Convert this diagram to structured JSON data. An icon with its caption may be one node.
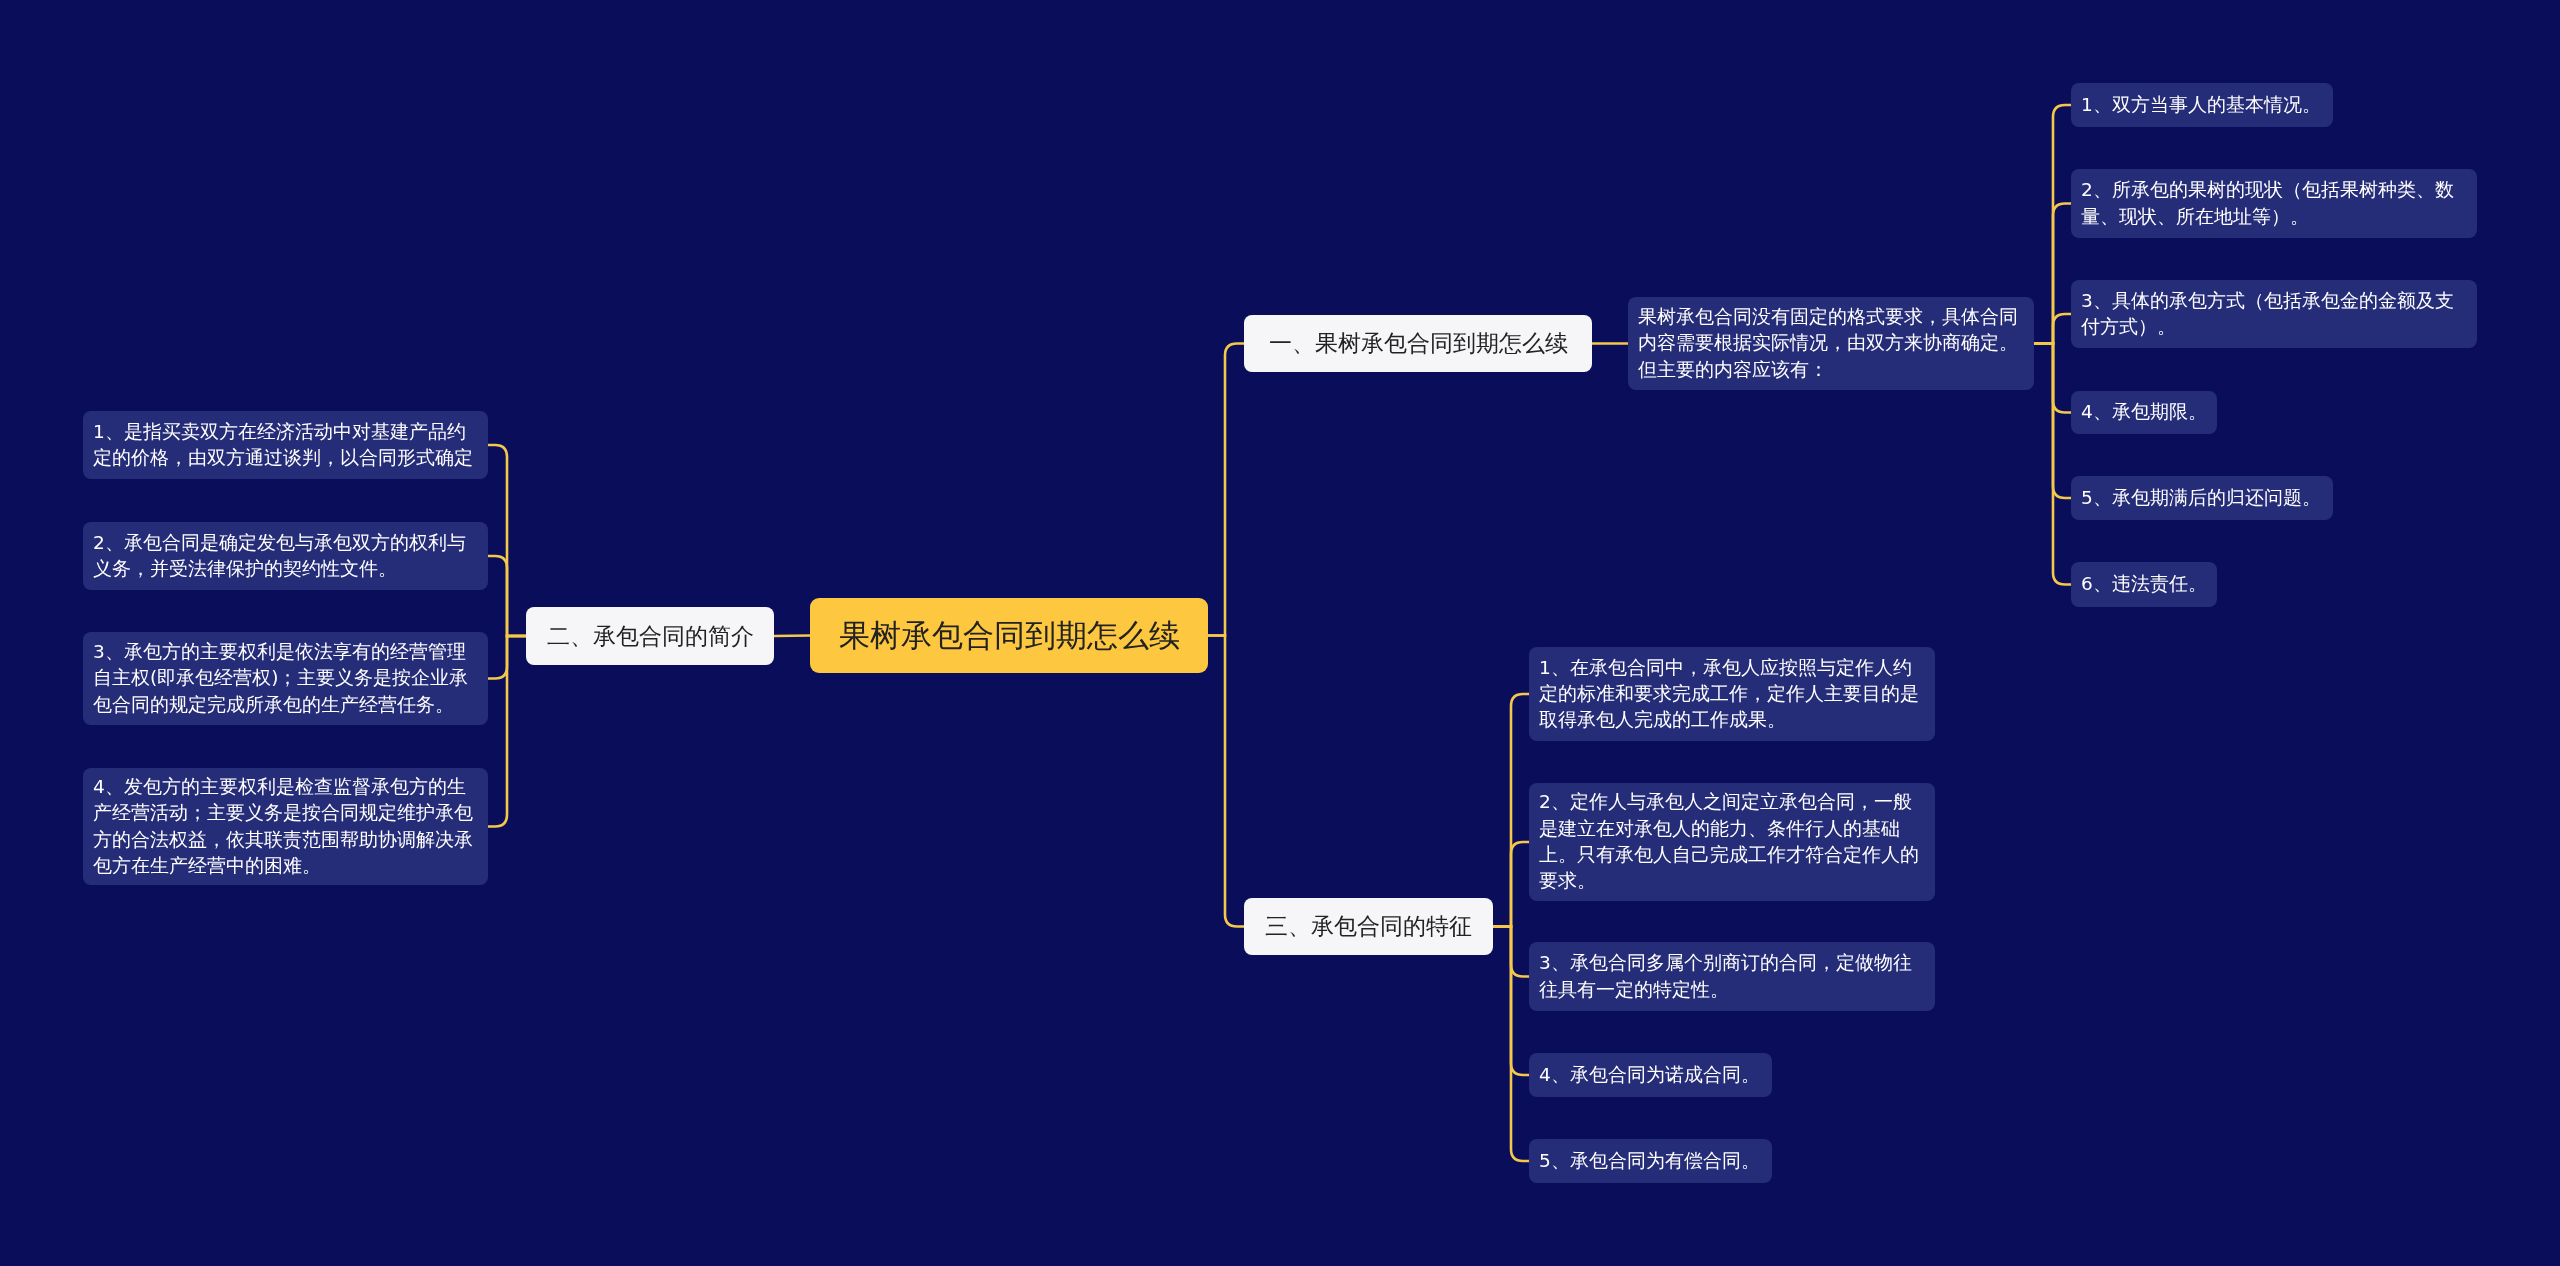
{
  "diagram": {
    "nodes": [
      {
        "text": [
          "果树承包合同到期怎么续"
        ]
      },
      {
        "text": [
          "一、果树承包合同到期怎么续"
        ]
      },
      {
        "text": [
          "果树承包合同没有固定的格式要求，具体合同内容需要根据实际情况，由双方来协商确定。但主要的内容应该有："
        ]
      },
      {
        "text": [
          "1、双方当事人的基本情况。"
        ]
      },
      {
        "text": [
          "2、所承包的果树的现状（包括果树种类、数量、现状、所在地址等）。"
        ]
      },
      {
        "text": [
          "3、具体的承包方式（包括承包金的金额及支付方式）。"
        ]
      },
      {
        "text": [
          "4、承包期限。"
        ]
      },
      {
        "text": [
          "5、承包期满后的归还问题。"
        ]
      },
      {
        "text": [
          "6、违法责任。"
        ]
      },
      {
        "text": [
          "二、承包合同的简介"
        ]
      },
      {
        "text": [
          "1、是指买卖双方在经济活动中对基建产品约定的价格，由双方通过谈判，以合同形式确定"
        ]
      },
      {
        "text": [
          "2、承包合同是确定发包与承包双方的权利与义务，并受法律保护的契约性文件。"
        ]
      },
      {
        "text": [
          "3、承包方的主要权利是依法享有的经营管理自主权(即承包经营权)；主要义务是按企业承包合同的规定完成所承包的生产经营任务。"
        ]
      },
      {
        "text": [
          "4、发包方的主要权利是检查监督承包方的生产经营活动；主要义务是按合同规定维护承包方的合法权益，依其联责范围帮助协调解决承包方在生产经营中的困难。"
        ]
      },
      {
        "text": [
          "三、承包合同的特征"
        ]
      },
      {
        "text": [
          "1、在承包合同中，承包人应按照与定作人约定的标准和要求完成工作，定作人主要目的是取得承包人完成的工作成果。"
        ]
      },
      {
        "text": [
          "2、定作人与承包人之间定立承包合同，一般是建立在对承包人的能力、条件行人的基础上。只有承包人自己完成工作才符合定作人的要求。"
        ]
      },
      {
        "text": [
          "3、承包合同多属个别商订的合同，定做物往往具有一定的特定性。"
        ]
      },
      {
        "text": [
          "4、承包合同为诺成合同。"
        ]
      },
      {
        "text": [
          "5、承包合同为有偿合同。"
        ]
      }
    ],
    "edges": [
      {
        "from": 0,
        "to": 1,
        "arrow": "none"
      },
      {
        "from": 1,
        "to": 2,
        "arrow": "none"
      },
      {
        "from": 2,
        "to": 3,
        "arrow": "none"
      },
      {
        "from": 2,
        "to": 4,
        "arrow": "none"
      },
      {
        "from": 2,
        "to": 5,
        "arrow": "none"
      },
      {
        "from": 2,
        "to": 6,
        "arrow": "none"
      },
      {
        "from": 2,
        "to": 7,
        "arrow": "none"
      },
      {
        "from": 2,
        "to": 8,
        "arrow": "none"
      },
      {
        "from": 0,
        "to": 9,
        "arrow": "none"
      },
      {
        "from": 9,
        "to": 10,
        "arrow": "none"
      },
      {
        "from": 9,
        "to": 11,
        "arrow": "none"
      },
      {
        "from": 9,
        "to": 12,
        "arrow": "none"
      },
      {
        "from": 9,
        "to": 13,
        "arrow": "none"
      },
      {
        "from": 0,
        "to": 14,
        "arrow": "none"
      },
      {
        "from": 14,
        "to": 15,
        "arrow": "none"
      },
      {
        "from": 14,
        "to": 16,
        "arrow": "none"
      },
      {
        "from": 14,
        "to": 17,
        "arrow": "none"
      },
      {
        "from": 14,
        "to": 18,
        "arrow": "none"
      },
      {
        "from": 14,
        "to": 19,
        "arrow": "none"
      }
    ]
  }
}
